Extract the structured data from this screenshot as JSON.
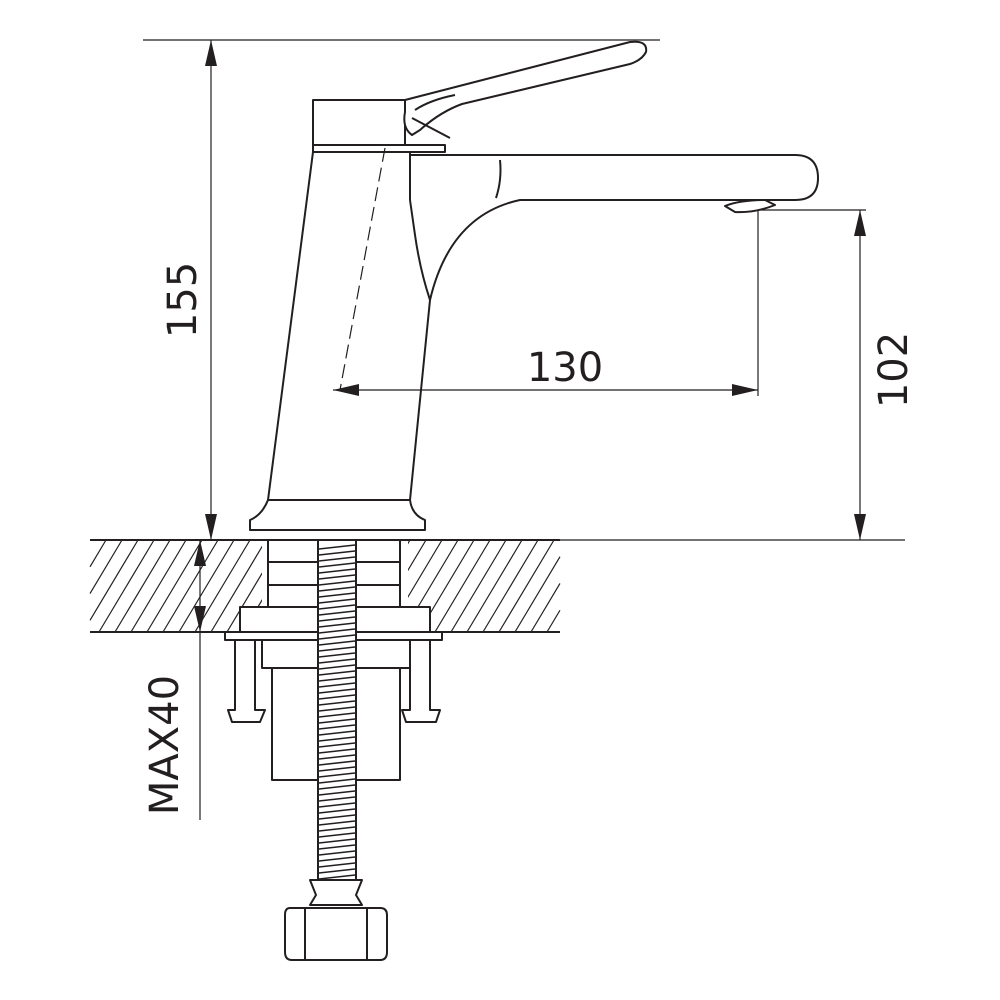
{
  "dimensions": {
    "total_height": "155",
    "spout_reach": "130",
    "spout_height": "102",
    "max_countertop": "MAX40"
  },
  "colors": {
    "line": "#231f20",
    "background": "#ffffff"
  }
}
